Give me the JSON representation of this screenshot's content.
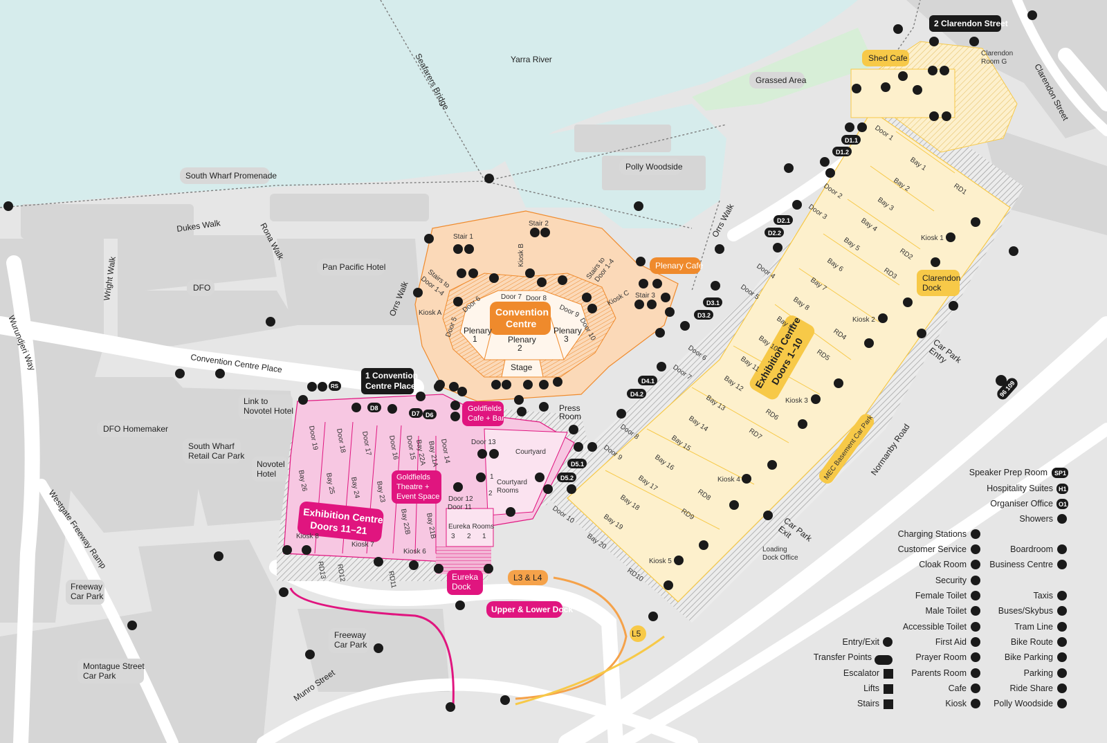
{
  "places": {
    "yarra_river": "Yarra River",
    "seafarers_bridge": "Seafarers Bridge",
    "grassed_area": "Grassed Area",
    "south_wharf_promenade": "South Wharf Promenade",
    "polly_woodside": "Polly Woodside",
    "dukes_walk": "Dukes Walk",
    "rona_walk": "Rona Walk",
    "wright_walk": "Wright Walk",
    "pan_pacific_hotel": "Pan Pacific Hotel",
    "dfo": "DFO",
    "wurundjeri_way": "Wurundjeri Way",
    "convention_centre_place": "Convention Centre Place",
    "link_to_novotel_1": "Link to",
    "link_to_novotel_2": "Novotel Hotel",
    "dfo_homemaker": "DFO Homemaker",
    "south_wharf_car_park_1": "South Wharf",
    "south_wharf_car_park_2": "Retail Car Park",
    "novotel_hotel_1": "Novotel",
    "novotel_hotel_2": "Hotel",
    "westgate_freeway_ramp": "Westgate Freeway Ramp",
    "freeway_car_park_1": "Freeway",
    "freeway_car_park_2": "Car Park",
    "montague_car_park_1": "Montague Street",
    "montague_car_park_2": "Car Park",
    "munro_street": "Munro Street",
    "normanby_road": "Normanby Road",
    "clarendon_street": "Clarendon Street",
    "two_clarendon_street": "2 Clarendon Street",
    "clarendon_room_g_1": "Clarendon",
    "clarendon_room_g_2": "Room G",
    "orrs_walk": "Orrs Walk",
    "orrs_walk_2": "Orrs Walk",
    "one_convention_centre_place_1": "1 Convention",
    "one_convention_centre_place_2": "Centre Place"
  },
  "buildings": {
    "shed_cafe": "Shed Cafe",
    "plenary_cafe": "Plenary Cafe",
    "clarendon_dock_1": "Clarendon",
    "clarendon_dock_2": "Dock",
    "convention_centre_1": "Convention",
    "convention_centre_2": "Centre",
    "plenary1_1": "Plenary",
    "plenary1_2": "1",
    "plenary2_1": "Plenary",
    "plenary2_2": "2",
    "plenary3_1": "Plenary",
    "plenary3_2": "3",
    "stage": "Stage",
    "stair1": "Stair 1",
    "stair2": "Stair 2",
    "stair3": "Stair 3",
    "stairs_left_1": "Stairs to",
    "stairs_left_2": "Door 1-4",
    "stairs_right_1": "Stairs to",
    "stairs_right_2": "Door 1-4",
    "kiosk_a": "Kiosk A",
    "kiosk_b": "Kiosk B",
    "kiosk_c": "Kiosk C",
    "door5c": "Door 5",
    "door6c": "Door 6",
    "door7c": "Door 7",
    "door8c": "Door 8",
    "door9c": "Door 9",
    "door10c": "Door 10",
    "press_room_1": "Press",
    "press_room_2": "Room",
    "goldfields_cafe_1": "Goldfields",
    "goldfields_cafe_2": "Cafe + Bar",
    "goldfields_theatre_1": "Goldfields",
    "goldfields_theatre_2": "Theatre +",
    "goldfields_theatre_3": "Event Space",
    "courtyard": "Courtyard",
    "courtyard_rooms_1": "Courtyard",
    "courtyard_rooms_2": "Rooms",
    "cr1": "1",
    "cr2": "2",
    "eureka_rooms": "Eureka Rooms",
    "er3": "3",
    "er2": "2",
    "er1": "1",
    "eureka_dock_1": "Eureka",
    "eureka_dock_2": "Dock",
    "ec1121_1": "Exhibition Centre",
    "ec1121_2": "Doors 11–21",
    "ec110_1": "Exhibition Centre",
    "ec110_2": "Doors 1–10",
    "l3l4": "L3 & L4",
    "upper_lower_dock": "Upper & Lower Dock",
    "l5": "L5",
    "mec_basement": "MEC Basement Car Park",
    "car_park_entry_1": "Car Park",
    "car_park_entry_2": "Entry",
    "car_park_exit_1": "Car Park",
    "car_park_exit_2": "Exit",
    "loading_dock_1": "Loading",
    "loading_dock_2": "Dock Office",
    "kiosk1": "Kiosk 1",
    "kiosk2": "Kiosk 2",
    "kiosk3": "Kiosk 3",
    "kiosk4": "Kiosk 4",
    "kiosk5": "Kiosk 5",
    "kiosk6": "Kiosk 6",
    "kiosk7": "Kiosk 7",
    "kiosk8": "Kiosk 8",
    "door11": "Door 11",
    "door12": "Door 12",
    "door13": "Door 13",
    "door14": "Door 14",
    "door15": "Door 15",
    "door16": "Door 16",
    "door17": "Door 17",
    "door18": "Door 18",
    "door19": "Door 19",
    "bay21a": "Bay 21A",
    "bay22a": "Bay 22A",
    "bay21b": "Bay 21B",
    "bay22b": "Bay 22B",
    "bay23": "Bay 23",
    "bay24": "Bay 24",
    "bay25": "Bay 25",
    "bay26": "Bay 26",
    "rd11": "RD11",
    "rd12": "RD12",
    "rd13": "RD13",
    "d1": "Door 1",
    "d2": "Door 2",
    "d3": "Door 3",
    "d4": "Door 4",
    "d5": "Door 5",
    "d6": "Door 6",
    "d7": "Door 7",
    "d8": "Door 8",
    "d9": "Door 9",
    "d10": "Door 10",
    "b1": "Bay 1",
    "b2": "Bay 2",
    "b3": "Bay 3",
    "b4": "Bay 4",
    "b5": "Bay 5",
    "b6": "Bay 6",
    "b7": "Bay 7",
    "b8": "Bay 8",
    "b9": "Bay 9",
    "b10": "Bay 10",
    "b11": "Bay 11",
    "b12": "Bay 12",
    "b13": "Bay 13",
    "b14": "Bay 14",
    "b15": "Bay 15",
    "b16": "Bay 16",
    "b17": "Bay 17",
    "b18": "Bay 18",
    "b19": "Bay 19",
    "b20": "Bay 20",
    "rd1": "RD1",
    "rd2": "RD2",
    "rd3": "RD3",
    "rd4": "RD4",
    "rd5": "RD5",
    "rd6": "RD6",
    "rd7": "RD7",
    "rd8": "RD8",
    "rd9": "RD9",
    "rd10": "RD10",
    "badge_d11": "D1.1",
    "badge_d12": "D1.2",
    "badge_d21": "D2.1",
    "badge_d22": "D2.2",
    "badge_d31": "D3.1",
    "badge_d32": "D3.2",
    "badge_d41": "D4.1",
    "badge_d42": "D4.2",
    "badge_d51": "D5.1",
    "badge_d52": "D5.2",
    "badge_d8": "D8",
    "badge_d7": "D7",
    "badge_d6": "D6",
    "badge_rs": "RS"
  },
  "legend": {
    "speaker_prep": "Speaker Prep Room",
    "speaker_prep_badge": "SP1",
    "hospitality": "Hospitality Suites",
    "hospitality_badge": "H1",
    "organiser": "Organiser Office",
    "organiser_badge": "O1",
    "showers": "Showers",
    "charging": "Charging Stations",
    "customer_service": "Customer Service",
    "cloak_room": "Cloak Room",
    "security": "Security",
    "female_toilet": "Female Toilet",
    "male_toilet": "Male Toilet",
    "accessible_toilet": "Accessible Toilet",
    "first_aid": "First Aid",
    "prayer_room": "Prayer Room",
    "parents_room": "Parents Room",
    "cafe": "Cafe",
    "kiosk": "Kiosk",
    "entry_exit": "Entry/Exit",
    "transfer_points": "Transfer Points",
    "escalator": "Escalator",
    "lifts": "Lifts",
    "stairs": "Stairs",
    "boardroom": "Boardroom",
    "business_centre": "Business Centre",
    "taxis": "Taxis",
    "buses": "Buses/Skybus",
    "tram": "Tram Line",
    "bike_route": "Bike Route",
    "bike_parking": "Bike Parking",
    "parking": "Parking",
    "ride_share": "Ride Share",
    "polly_woodside": "Polly Woodside",
    "tram_badge": "96 109"
  },
  "colors": {
    "water": "#d6ecec",
    "land": "#e6e6e6",
    "building": "#d6d6d6",
    "grass": "#d7eed7",
    "convention_fill": "#fbd9b8",
    "convention_accent": "#ef8a2c",
    "exhibition_pink": "#f7c7e2",
    "exhibition_accent": "#e0157f",
    "east_fill": "#fdf0cc",
    "east_accent": "#f7c948",
    "dark": "#1a1a1a"
  }
}
